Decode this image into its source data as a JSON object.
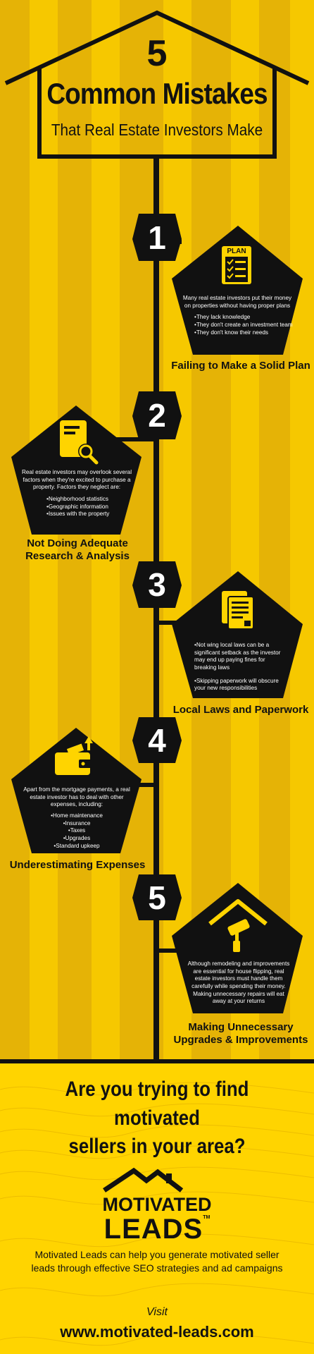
{
  "header": {
    "number": "5",
    "title": "Common Mistakes",
    "subtitle": "That Real Estate Investors Make"
  },
  "colors": {
    "background": "#e5b306",
    "stripe": "#f6c800",
    "ink": "#111111",
    "accent": "#ffd400",
    "card_text": "#ffffff"
  },
  "steps": [
    {
      "number": "1",
      "icon": "plan-checklist-icon",
      "icon_label": "PLAN",
      "intro": "Many real estate investors put their money on properties without having proper plans",
      "bullets": [
        "•They lack knowledge",
        "•They don't create an investment team",
        "•They don't know their needs"
      ],
      "caption": "Failing to Make a Solid Plan"
    },
    {
      "number": "2",
      "icon": "document-search-icon",
      "intro": "Real estate investors may overlook several factors when they're excited to purchase a property. Factors they neglect are:",
      "bullets": [
        "•Neighborhood statistics",
        "•Geographic information",
        "•Issues with the property"
      ],
      "caption_line1": "Not Doing Adequate",
      "caption_line2": "Research & Analysis"
    },
    {
      "number": "3",
      "icon": "paperwork-icon",
      "bullets": [
        "•Not wing local laws can be a significant setback as the investor may end up paying fines for breaking laws",
        "•Skipping paperwork will obscure your new responsibilities"
      ],
      "caption": "Local Laws and Paperwork"
    },
    {
      "number": "4",
      "icon": "wallet-icon",
      "intro": "Apart from the mortgage payments, a real estate investor has to deal with other expenses, including:",
      "bullets": [
        "•Home maintenance",
        "•Insurance",
        "•Taxes",
        "•Upgrades",
        "•Standard upkeep"
      ],
      "caption": "Underestimating Expenses"
    },
    {
      "number": "5",
      "icon": "house-paint-roller-icon",
      "intro": "Although remodeling and improvements are essential for house flipping, real estate investors must handle them carefully while spending their money. Making unnecessary repairs will eat away at your returns",
      "caption_line1": "Making Unnecessary",
      "caption_line2": "Upgrades & Improvements"
    }
  ],
  "footer": {
    "question_line1": "Are you trying to find motivated",
    "question_line2": "sellers in your area?",
    "brand_line1": "MOTIVATED",
    "brand_line2": "LEADS",
    "trademark": "TM",
    "promo": "Motivated Leads can help you generate motivated seller leads through effective SEO strategies and ad campaigns",
    "visit": "Visit",
    "url": "www.motivated-leads.com"
  }
}
